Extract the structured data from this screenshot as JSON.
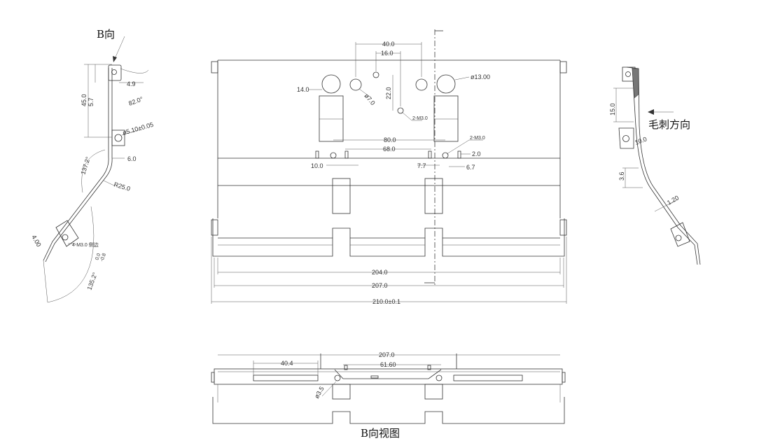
{
  "labels": {
    "view_b": "B向",
    "burr_direction": "毛刺方向",
    "view_b_title": "B向视图"
  },
  "front_view": {
    "d_40": "40.0",
    "d_16": "16.0",
    "d_22": "22.0",
    "d_14": "14.0",
    "d_phi7": "ø7.0",
    "d_phi13": "ø13.00",
    "m3_a": "2-M3.0",
    "m3_b": "2-M3.0",
    "d_80": "80.0",
    "d_68": "68.0",
    "d_2": "2.0",
    "d_10": "10.0",
    "d_7_7": "7.7",
    "d_6_7": "6.7",
    "d_204": "204.0",
    "d_207": "207.0",
    "d_210": "210.0±0.1"
  },
  "left_view": {
    "d_4_9": "4.9",
    "d_45": "45.0",
    "d_5_7": "5.7",
    "d_82": "82.0°",
    "d_phi5_1": "ø5.10±0.05",
    "d_6": "6.0",
    "d_137": "137.2°",
    "d_r25": "R25.0",
    "d_4": "4.00",
    "m3_side": "4-M3.0 侧边",
    "d_135": "135.2°",
    "tol_plus": "0.0",
    "tol_minus": "-0.8"
  },
  "right_view": {
    "d_15": "15.0",
    "d_10": "10.0",
    "d_3_6": "3.6",
    "d_1_2": "1.20"
  },
  "bottom_view": {
    "d_207": "207.0",
    "d_40_4": "40.4",
    "d_61_6": "61.60",
    "d_phi3_5": "ø3.5"
  }
}
